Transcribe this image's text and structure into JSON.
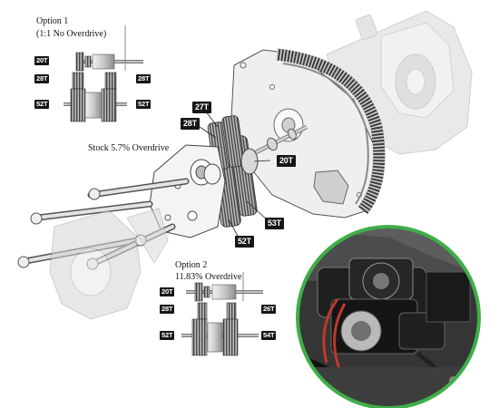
{
  "labels": {
    "option1_title": "Option 1",
    "option1_sub": "(1:1 No Overdrive)",
    "stock": "Stock 5.7% Overdrive",
    "option2_title": "Option 2",
    "option2_sub": "11.83% Overdrive"
  },
  "option1_tags": {
    "t20": "20T",
    "t28": "28T",
    "t28b": "28T",
    "t52": "52T",
    "t52b": "52T"
  },
  "main_tags": {
    "t27": "27T",
    "t28": "28T",
    "t20": "20T",
    "t53": "53T",
    "t52": "52T"
  },
  "option2_tags": {
    "t20": "20T",
    "t28": "28T",
    "t26": "26T",
    "t52": "52T",
    "t54": "54T"
  },
  "colors": {
    "gear_dark": "#3a3a3a",
    "gear_light": "#bdbdbd",
    "ghost": "#d9d9d9",
    "inset_ring": "#3fae49",
    "motor_red": "#c0392b"
  }
}
